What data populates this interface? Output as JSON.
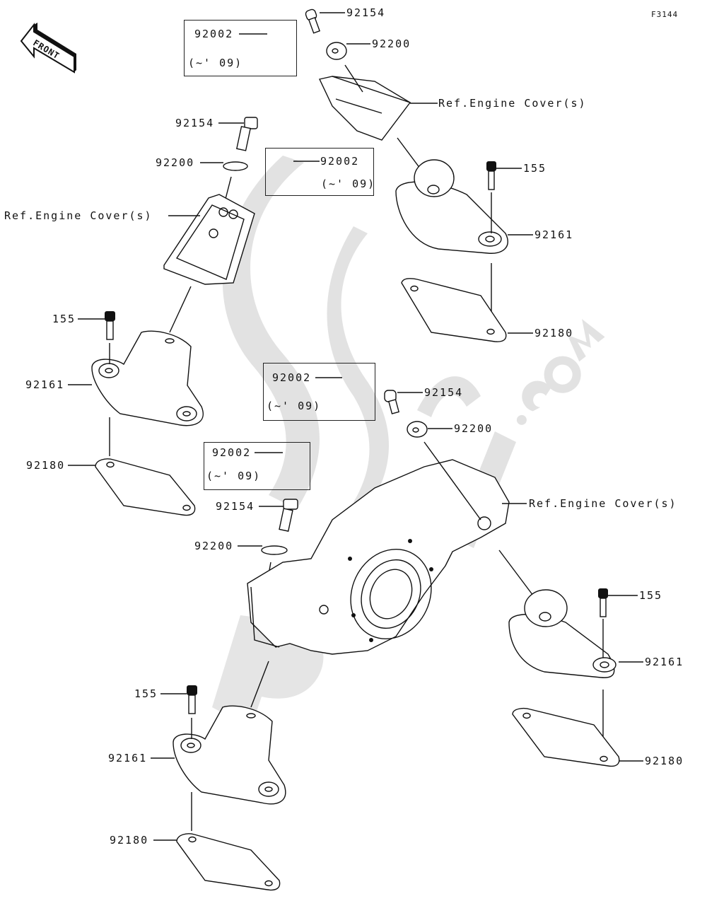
{
  "figure_id": "F3144",
  "front_arrow_label": "FRONT",
  "watermark": {
    "text": "PARTS",
    "suffix": ".COM",
    "color": "#e2e2e2"
  },
  "callouts": {
    "top_box": {
      "part": "92002",
      "note": "(~' 09)"
    },
    "top_bolt": "92154",
    "top_washer": "92200",
    "top_ref": "Ref.Engine Cover(s)",
    "left_bolt": "92154",
    "left_washer": "92200",
    "left_ref": "Ref.Engine Cover(s)",
    "mid_box": {
      "part": "92002",
      "note": "(~' 09)"
    },
    "tr_mount_bolt": "155",
    "tr_mount": "92161",
    "tr_plate": "92180",
    "l_mount_bolt": "155",
    "l_mount": "92161",
    "l_plate": "92180",
    "center_box": {
      "part": "92002",
      "note": "(~' 09)"
    },
    "center_bolt": "92154",
    "center_washer": "92200",
    "lower_box": {
      "part": "92002",
      "note": "(~' 09)"
    },
    "lower_bolt": "92154",
    "lower_washer": "92200",
    "case_ref": "Ref.Engine Cover(s)",
    "br_mount_bolt": "155",
    "br_mount": "92161",
    "br_plate": "92180",
    "bl_mount_bolt": "155",
    "bl_mount": "92161",
    "bl_plate": "92180"
  }
}
